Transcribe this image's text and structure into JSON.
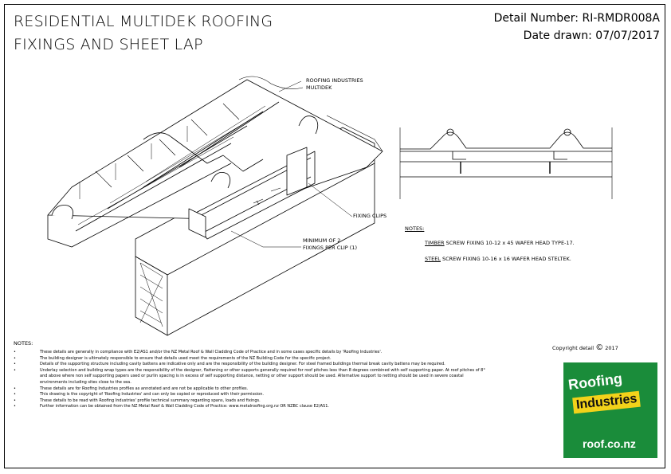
{
  "title": {
    "line1": "RESIDENTIAL MULTIDEK ROOFING",
    "line2": "FIXINGS AND SHEET LAP"
  },
  "detail": {
    "number": "Detail Number:  RI-RMDR008A",
    "date": "Date drawn:  07/07/2017"
  },
  "callouts": {
    "roofing_1": "ROOFING INDUSTRIES",
    "roofing_2": "MULTIDEK",
    "clips": "FIXING CLIPS",
    "minimum_1": "MINIMUM OF 2",
    "minimum_2": "FIXINGS PER CLIP (1)"
  },
  "fixing_notes": {
    "heading": "NOTES:",
    "timber_key": "TIMBER",
    "timber_text": " SCREW FIXING 10-12 x 45 WAFER HEAD TYPE-17.",
    "steel_key": "STEEL",
    "steel_text": " SCREW FIXING 10-16 x 16 WAFER HEAD STELTEK."
  },
  "general_notes": {
    "heading": "NOTES:",
    "bullet": "•",
    "items": [
      "These details are generally in compliance with E2/AS1 and/or the NZ Metal Roof & Wall Cladding Code of Practice and in some cases specific details by 'Roofing Industries'.",
      "The building designer is ultimately responsible to ensure that details used meet the requirements of the NZ Building Code for the specific project.",
      "Details of the supporting structure including cavity battens are indicative only and are the responsibility of the building designer. For steel framed buildings thermal break cavity battens may be required.",
      "Underlay selection and building wrap types are the responsibility of the designer, flattening or other supports generally required for roof pitches less than 8 degrees combined with self supporting paper. At roof pitches of 8° and above where non self supporting papers used or purlin spacing is in excess of self supporting distance, netting or other support should be used. Alternative support to netting should be used in severe coastal environments including sites close to the sea.",
      "These details are for Roofing Industries profiles as annotated and are not be applicable to other profiles.",
      "This drawing is the copyright of 'Roofing Industries' and can only be copied or reproduced with their permission.",
      "These details to be read with Roofing Industries' profile technical summary regarding spans, loads and fixings.",
      "Further information can be obtained from the NZ Metal Roof & Wall Cladding Code of Practice: www.metalroofing.org.nz OR NZBC clause E2/AS1."
    ]
  },
  "copyright": {
    "label": "Copyright detail",
    "symbol": "©",
    "year": "2017"
  },
  "logo": {
    "word1": "Roofing",
    "word2": "Industries",
    "url": "roof.co.nz",
    "green": "#1a8c3a",
    "yellow": "#f2d21a"
  }
}
